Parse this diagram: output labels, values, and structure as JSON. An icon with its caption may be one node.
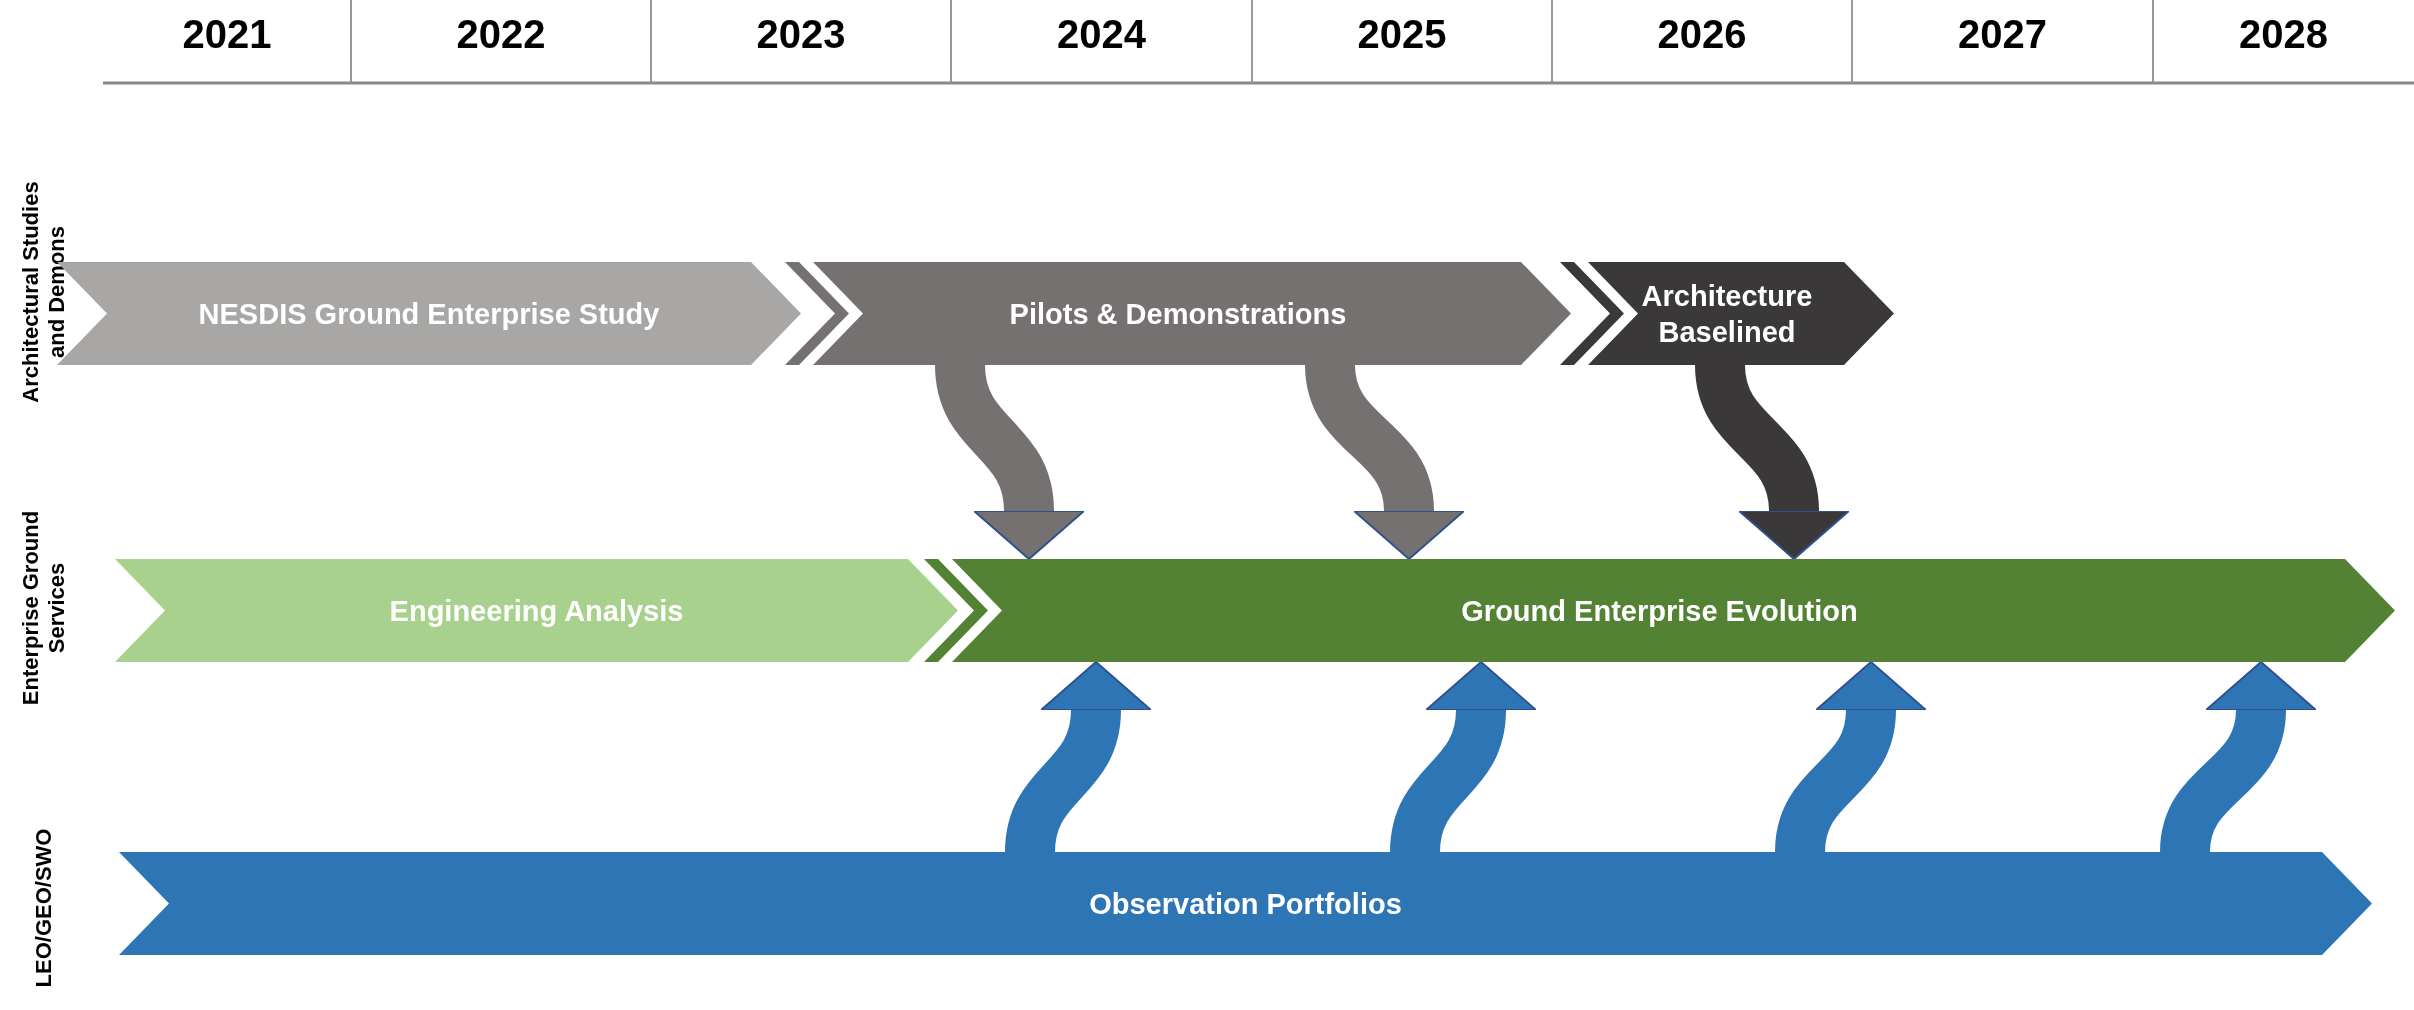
{
  "diagram": {
    "nodes": [
      {
        "text": [
          "NESDIS Ground Enterprise Study"
        ]
      },
      {
        "text": [
          "Pilots & Demonstrations"
        ]
      },
      {
        "text": [
          "Architecture Baselined"
        ]
      },
      {
        "text": [
          "Engineering Analysis"
        ]
      },
      {
        "text": [
          "Ground Enterprise Evolution"
        ]
      },
      {
        "text": [
          "Observation Portfolios"
        ]
      }
    ],
    "edges": [
      {
        "from": 1,
        "to": 4,
        "arrow": "to",
        "color": "#757170"
      },
      {
        "from": 1,
        "to": 4,
        "arrow": "to",
        "color": "#757170"
      },
      {
        "from": 2,
        "to": 4,
        "arrow": "to",
        "color": "#3a3838"
      },
      {
        "from": 5,
        "to": 4,
        "arrow": "to"
      },
      {
        "from": 5,
        "to": 4,
        "arrow": "to"
      },
      {
        "from": 5,
        "to": 4,
        "arrow": "to"
      },
      {
        "from": 5,
        "to": 4,
        "arrow": "to"
      }
    ],
    "labels": [
      "2021",
      "2022",
      "2023",
      "2024",
      "2025",
      "2026",
      "2027",
      "2028",
      "Architectural Studies and Demons",
      "Enterprise Ground Services",
      "LEO/GEO/SWO"
    ]
  }
}
